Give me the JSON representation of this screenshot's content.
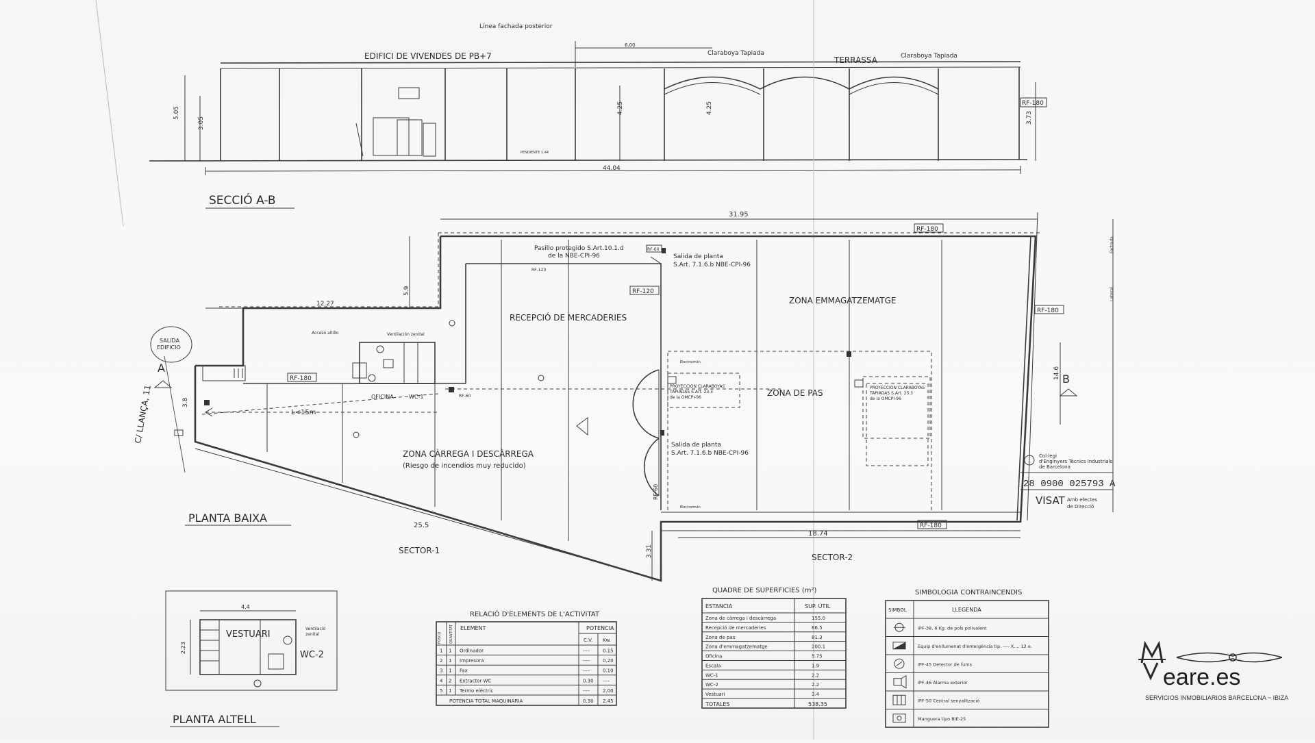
{
  "section": {
    "title": "SECCIÓ A-B",
    "building_label": "EDIFICI DE VIVENDES DE PB+7",
    "facade_line": "Línea fachada posterior",
    "skylight_1": "Claraboya Tapiada",
    "skylight_2": "Claraboya Tapiada",
    "terrace": "TERRASSA",
    "rf_label": "RF-180",
    "dim_total": "44.04",
    "dim_left": "5.05",
    "dim_left2": "3.05",
    "dim_mid": "4.25",
    "dim_mid2": "4.25",
    "dim_right": "3.73",
    "dim_top": "6.00",
    "slope_note": "PENDIENTE 1.44"
  },
  "plan": {
    "title": "PLANTA BAIXA",
    "street": "C/ LLANÇA, 11",
    "exit_label_1": "SALIDA",
    "exit_label_2": "EDIFICIO",
    "marker_a": "A",
    "marker_b": "B",
    "zone_reception": "RECEPCIÓ DE MERCADERIES",
    "zone_storage": "ZONA EMMAGATZEMATGE",
    "zone_pass": "ZONA DE PAS",
    "zone_loading": "ZONA CÀRREGA I DESCÀRREGA",
    "zone_loading_note": "(Riesgo de incendios muy reducido)",
    "office": "OFICINA",
    "wc1": "WC-1",
    "zenithal": "Ventilación zenital",
    "access": "Acceso altillo",
    "distance": "L<15m",
    "corridor_1": "Pasillo protegido S.Art.10.1.d",
    "corridor_2": "de la NBE-CPI-96",
    "exit_floor_1a": "Salida de planta",
    "exit_floor_1b": "S.Art. 7.1.6.b NBE-CPI-96",
    "exit_floor_2a": "Salida de planta",
    "exit_floor_2b": "S.Art. 7.1.6.b NBE-CPI-96",
    "proj_1a": "PROYECCION CLARABOYAS",
    "proj_1b": "TAPIADAS S.Art. 23.3",
    "proj_1c": "de la OMCPI-96",
    "proj_2a": "PROYECCION CLARABOYAS",
    "proj_2b": "TAPIADAS S.Art. 23.3",
    "proj_2c": "de la OMCPI-96",
    "electroiman_1": "Electroimán",
    "electroiman_2": "Electroimán",
    "rf180_top": "RF-180",
    "rf180_right": "RF-180",
    "rf180_bottom": "RF-180",
    "rf180_office": "RF-180",
    "rf120_a": "RF-120",
    "rf120_b": "RF-120",
    "rf60_a": "RF-60",
    "rf60_b": "RF-60",
    "rf60_c": "RF-60",
    "dim_31": "31.95",
    "dim_12": "12.27",
    "dim_25": "25.5",
    "dim_18": "18.74",
    "dim_59": "5.9",
    "dim_38": "3.8",
    "dim_331": "3.31",
    "dim_146": "14.6",
    "sector_1": "SECTOR-1",
    "sector_2": "SECTOR-2",
    "side_note_1": "Fachada",
    "side_note_2": "Lateral"
  },
  "stamp": {
    "line1": "Col·legi",
    "line2": "d'Enginyers Tècnics Industrials",
    "line3": "de Barcelona",
    "number": "28 0900 025793 A",
    "visat": "VISAT",
    "visat_note_1": "Amb efectes",
    "visat_note_2": "de Direcció"
  },
  "altell": {
    "title": "PLANTA ALTELL",
    "room": "VESTUARI",
    "wc2": "WC-2",
    "vent_1": "Ventilació",
    "vent_2": "zenital",
    "dim_w": "4.4",
    "dim_h": "2.23"
  },
  "elements_table": {
    "title": "RELACIÓ D'ELEMENTS DE L'ACTIVITAT",
    "col_fons": "FOSCO",
    "col_qty": "QUANTITAT",
    "col_element": "ELEMENT",
    "col_power": "POTENCIA",
    "col_cv": "C.V.",
    "col_kw": "Kw.",
    "rows": [
      {
        "n": "1",
        "q": "1",
        "el": "Ordinador",
        "cv": "----",
        "kw": "0.15"
      },
      {
        "n": "2",
        "q": "1",
        "el": "Impresora",
        "cv": "----",
        "kw": "0.20"
      },
      {
        "n": "3",
        "q": "1",
        "el": "Fax",
        "cv": "----",
        "kw": "0.10"
      },
      {
        "n": "4",
        "q": "2",
        "el": "Extractor WC",
        "cv": "0.30",
        "kw": "----"
      },
      {
        "n": "5",
        "q": "1",
        "el": "Termo elèctric",
        "cv": "----",
        "kw": "2.00"
      }
    ],
    "total_label": "POTENCIA TOTAL MAQUINARIA",
    "total_cv": "0.30",
    "total_kw": "2.45"
  },
  "surfaces_table": {
    "title": "QUADRE DE SUPERFICIES (m²)",
    "col_room": "ESTANCIA",
    "col_area": "SUP. ÚTIL",
    "rows": [
      {
        "room": "Zona de càrrega i descàrrega",
        "area": "155.0"
      },
      {
        "room": "Recepció de mercaderies",
        "area": "86.5"
      },
      {
        "room": "Zona de pas",
        "area": "81.3"
      },
      {
        "room": "Zona d'emmagatzematge",
        "area": "200.1"
      },
      {
        "room": "Oficina",
        "area": "5.75"
      },
      {
        "room": "Escala",
        "area": "1.9"
      },
      {
        "room": "WC-1",
        "area": "2.2"
      },
      {
        "room": "WC-2",
        "area": "2.2"
      },
      {
        "room": "Vestuari",
        "area": "3.4"
      }
    ],
    "total_label": "TOTALES",
    "total_area": "538.35"
  },
  "legend": {
    "title": "SIMBOLOGIA CONTRAINCENDIS",
    "col_symbol": "SIMBOL",
    "col_legend": "LLEGENDA",
    "rows": [
      {
        "icon": "extinguisher-icon",
        "text": "IPF-38, 6 Kg. de pols polivalent"
      },
      {
        "icon": "emergency-light-icon",
        "text": "Equip d'enllumenat d'emergència tip. ---- X.... 12 e."
      },
      {
        "icon": "smoke-detector-icon",
        "text": "IPF-45 Detector de fums"
      },
      {
        "icon": "alarm-icon",
        "text": "IPF-46 Alarma exterior"
      },
      {
        "icon": "control-panel-icon",
        "text": "IPF-50 Central senyalització"
      },
      {
        "icon": "fire-hose-icon",
        "text": "Manguera tipo BIE-25"
      }
    ]
  },
  "logo": {
    "brand": "eare.es",
    "tagline": "SERVICIOS INMOBILIARIOS  BARCELONA ~ IBIZA"
  }
}
